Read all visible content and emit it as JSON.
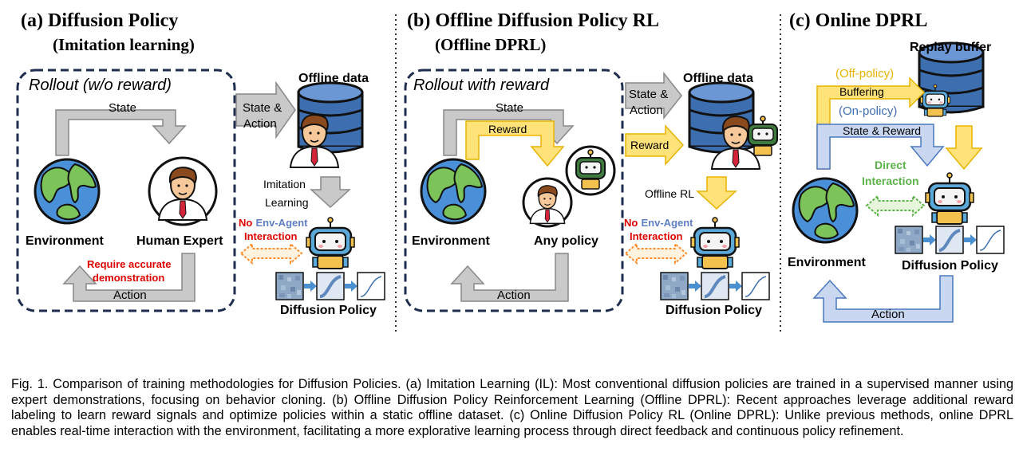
{
  "panels": {
    "a": {
      "title": "(a) Diffusion Policy",
      "subtitle": "(Imitation learning)",
      "rollout": "Rollout (w/o reward)",
      "state": "State",
      "action": "Action",
      "environment": "Environment",
      "human_expert": "Human Expert",
      "require_note_1": "Require accurate",
      "require_note_2": "demonstration",
      "state_action_1": "State &",
      "state_action_2": "Action",
      "offline_data": "Offline data",
      "imitation_1": "Imitation",
      "imitation_2": "Learning",
      "no_env_1a": "No",
      "no_env_1b": "Env-Agent",
      "no_env_2": "Interaction",
      "diffusion_policy": "Diffusion Policy"
    },
    "b": {
      "title": "(b) Offline Diffusion Policy RL",
      "subtitle": "(Offline DPRL)",
      "rollout": "Rollout with reward",
      "state": "State",
      "reward": "Reward",
      "action": "Action",
      "environment": "Environment",
      "any_policy": "Any policy",
      "state_action_1": "State &",
      "state_action_2": "Action",
      "reward_arrow": "Reward",
      "offline_data": "Offline data",
      "offline_rl": "Offline RL",
      "no_env_1a": "No",
      "no_env_1b": "Env-Agent",
      "no_env_2": "Interaction",
      "diffusion_policy": "Diffusion Policy"
    },
    "c": {
      "title": "(c) Online DPRL",
      "replay_buffer": "Replay buffer",
      "off_policy": "(Off-policy)",
      "buffering": "Buffering",
      "on_policy": "(On-policy)",
      "state_reward": "State & Reward",
      "direct_1": "Direct",
      "direct_2": "Interaction",
      "environment": "Environment",
      "diffusion_policy": "Diffusion Policy",
      "action": "Action"
    }
  },
  "caption": "Fig. 1. Comparison of training methodologies for Diffusion Policies. (a) Imitation Learning (IL): Most conventional diffusion policies are trained in a supervised manner using expert demonstrations, focusing on behavior cloning. (b) Offline Diffusion Policy Reinforcement Learning (Offline DPRL): Recent approaches leverage additional reward labeling to learn reward signals and optimize policies within a static offline dataset. (c) Online Diffusion Policy RL (Online DPRL): Unlike previous methods, online DPRL enables real-time interaction with the environment, facilitating a more explorative learning process through direct feedback and continuous policy refinement.",
  "colors": {
    "gray_arrow": "#c9c9c9",
    "gold_arrow": "#ffe27a",
    "blue_arrow": "#c9d8f0",
    "dashed_border": "#1f2d4f",
    "database": "#3d6fb0",
    "robot": "#5aa9d8",
    "earth_ocean": "#4a90d9",
    "earth_land": "#7cc45a"
  },
  "icons": [
    "earth-icon",
    "human-icon",
    "database-icon",
    "robot-icon",
    "noise-square-icon",
    "curve-square-icon"
  ]
}
